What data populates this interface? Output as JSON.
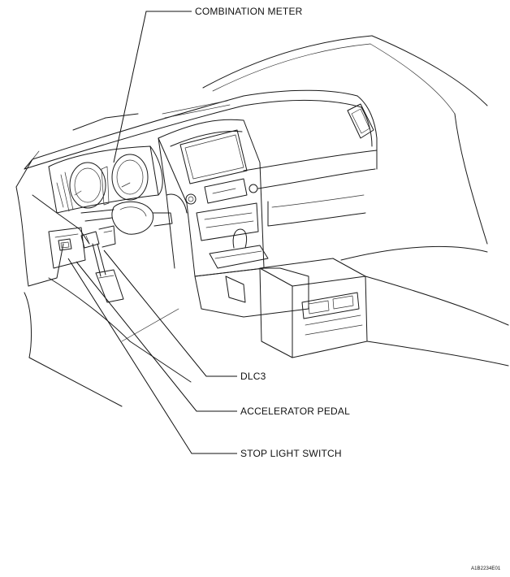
{
  "labels": {
    "combination_meter": "COMBINATION METER",
    "dlc3": "DLC3",
    "accelerator_pedal": "ACCELERATOR PEDAL",
    "stop_light_switch": "STOP LIGHT SWITCH"
  },
  "figure_id": "A1B2234E01",
  "colors": {
    "line": "#1a1a1a",
    "background": "#ffffff"
  }
}
